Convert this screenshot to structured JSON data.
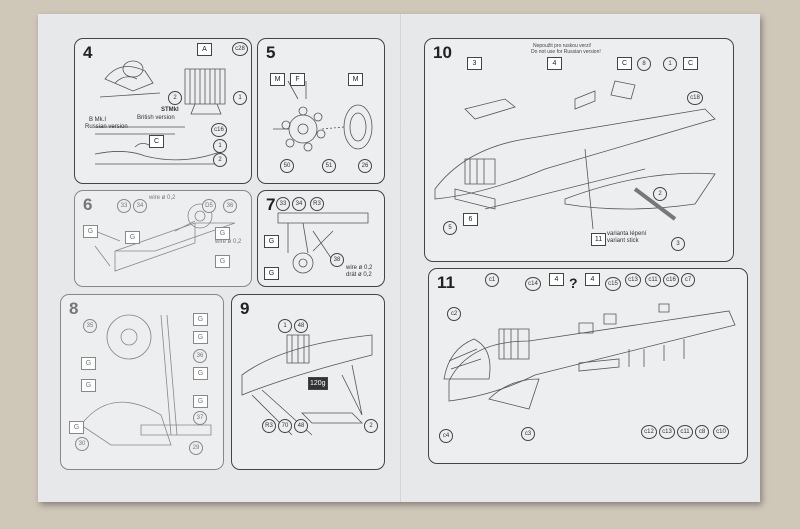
{
  "steps": {
    "s4": {
      "number": "4",
      "parts": [
        "A",
        "c28",
        "2",
        "1",
        "c16",
        "C",
        "1",
        "2"
      ],
      "label_a": "STMkl",
      "label_b": "British version",
      "label_c": "B Mk.I",
      "label_d": "Russian version"
    },
    "s5": {
      "number": "5",
      "parts": [
        "M",
        "F",
        "M",
        "50",
        "51",
        "26"
      ]
    },
    "s6": {
      "number": "6",
      "parts": [
        "33",
        "34",
        "D5",
        "36",
        "G",
        "G",
        "G",
        "G"
      ],
      "wire_a": "wire ø 0,2",
      "wire_b": "wire ø 0,2"
    },
    "s7": {
      "number": "7",
      "parts": [
        "33",
        "34",
        "R3",
        "38",
        "G",
        "G"
      ],
      "wire_a": "wire ø 0,2",
      "wire_b": "drát ø 0,2"
    },
    "s8": {
      "number": "8",
      "parts": [
        "35",
        "G",
        "G",
        "G",
        "G",
        "G",
        "G",
        "G",
        "36",
        "37",
        "30",
        "29"
      ]
    },
    "s9": {
      "number": "9",
      "parts": [
        "1",
        "48",
        "120g",
        "R3",
        "70",
        "48",
        "2"
      ]
    },
    "s10": {
      "number": "10",
      "note_cz": "Nepoužit pro ruskou verzi!",
      "note_en": "Do not use for Russian version!",
      "parts": [
        "3",
        "4",
        "C",
        "8",
        "1",
        "C",
        "c18",
        "5",
        "6",
        "11",
        "2",
        "3"
      ],
      "variant_a": "varianta lépení",
      "variant_b": "variant stick"
    },
    "s11": {
      "number": "11",
      "qmark": "?",
      "parts": [
        "c1",
        "c14",
        "4",
        "4",
        "c15",
        "c13",
        "c11",
        "c16",
        "c7",
        "c2",
        "c4",
        "c3",
        "c12",
        "c13",
        "c11",
        "c8",
        "c10"
      ]
    }
  }
}
